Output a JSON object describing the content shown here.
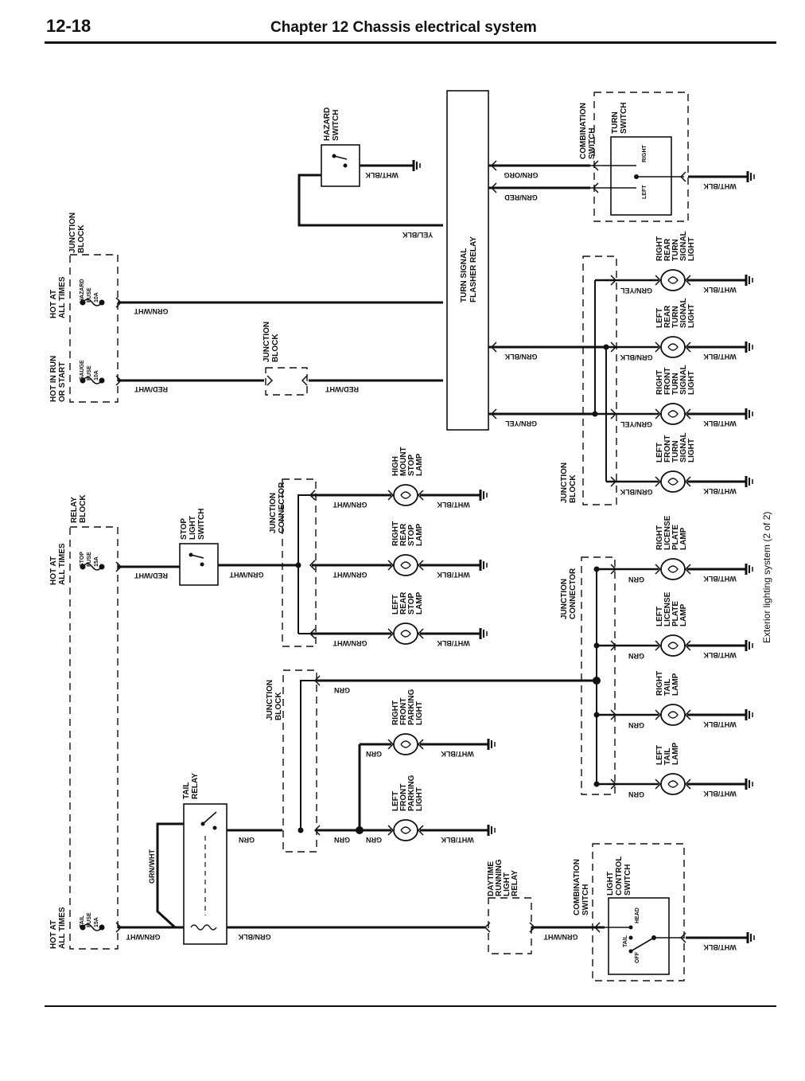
{
  "header": {
    "page_number": "12-18",
    "title": "Chapter 12   Chassis electrical system"
  },
  "caption": "Exterior lighting system (2 of 2)",
  "fuses": [
    {
      "source": [
        "HOT AT",
        "ALL TIMES"
      ],
      "fuse": [
        "HAZARD",
        "FUSE",
        "10A"
      ]
    },
    {
      "source": [
        "HOT IN RUN",
        "OR START"
      ],
      "fuse": [
        "GAUGE",
        "FUSE",
        "10A"
      ]
    },
    {
      "source": [
        "HOT AT",
        "ALL TIMES"
      ],
      "fuse": [
        "STOP",
        "FUSE",
        "15A"
      ]
    },
    {
      "source": [
        "HOT AT",
        "ALL TIMES"
      ],
      "fuse": [
        "TAIL",
        "FUSE",
        "15A"
      ]
    }
  ],
  "blocks": {
    "junction_block_top": [
      "JUNCTION",
      "BLOCK"
    ],
    "relay_block": [
      "RELAY",
      "BLOCK"
    ],
    "junction_block_mid": [
      "JUNCTION",
      "BLOCK"
    ],
    "junction_connector_left": [
      "JUNCTION",
      "CONNECTOR"
    ],
    "junction_block_lower": [
      "JUNCTION",
      "BLOCK"
    ],
    "junction_block_right": [
      "JUNCTION",
      "BLOCK"
    ],
    "junction_connector_right": [
      "JUNCTION",
      "CONNECTOR"
    ],
    "hazard_switch": [
      "HAZARD",
      "SWITCH"
    ],
    "combination_switch_top": [
      "COMBINATION",
      "SWITCH"
    ],
    "turn_switch": [
      "TURN",
      "SWITCH"
    ],
    "turn_right": "RIGHT",
    "turn_left": "LEFT",
    "flasher_relay": [
      "TURN SIGNAL",
      "FLASHER RELAY"
    ],
    "stop_light_switch": [
      "STOP",
      "LIGHT",
      "SWITCH"
    ],
    "tail_relay": [
      "TAIL",
      "RELAY"
    ],
    "drl_relay": [
      "DAYTIME",
      "RUNNING",
      "LIGHT",
      "RELAY"
    ],
    "combination_switch_bottom": [
      "COMBINATION",
      "SWITCH"
    ],
    "light_control_switch": [
      "LIGHT",
      "CONTROL",
      "SWITCH"
    ],
    "head": "HEAD",
    "tail": "TAIL",
    "off": "OFF"
  },
  "lamps": {
    "high_mount": [
      "HIGH",
      "MOUNT",
      "STOP",
      "LAMP"
    ],
    "right_rear_stop": [
      "RIGHT",
      "REAR",
      "STOP",
      "LAMP"
    ],
    "left_rear_stop": [
      "LEFT",
      "REAR",
      "STOP",
      "LAMP"
    ],
    "right_front_parking": [
      "RIGHT",
      "FRONT",
      "PARKING",
      "LIGHT"
    ],
    "left_front_parking": [
      "LEFT",
      "FRONT",
      "PARKING",
      "LIGHT"
    ],
    "right_rear_turn": [
      "RIGHT",
      "REAR",
      "TURN",
      "SIGNAL",
      "LIGHT"
    ],
    "left_rear_turn": [
      "LEFT",
      "REAR",
      "TURN",
      "SIGNAL",
      "LIGHT"
    ],
    "right_front_turn": [
      "RIGHT",
      "FRONT",
      "TURN",
      "SIGNAL",
      "LIGHT"
    ],
    "left_front_turn": [
      "LEFT",
      "FRONT",
      "TURN",
      "SIGNAL",
      "LIGHT"
    ],
    "right_license": [
      "RIGHT",
      "LICENSE",
      "PLATE",
      "LAMP"
    ],
    "left_license": [
      "LEFT",
      "LICENSE",
      "PLATE",
      "LAMP"
    ],
    "right_tail": [
      "RIGHT",
      "TAIL",
      "LAMP"
    ],
    "left_tail": [
      "LEFT",
      "TAIL",
      "LAMP"
    ]
  },
  "wires": {
    "grn_wht": "GRN/WHT",
    "red_wht": "RED/WHT",
    "wht_blk": "WHT/BLK",
    "yel_blk": "YEL/BLK",
    "grn_org": "GRN/ORG",
    "grn_red": "GRN/RED",
    "grn_blk": "GRN/BLK",
    "grn_yel": "GRN/YEL",
    "grn": "GRN"
  }
}
